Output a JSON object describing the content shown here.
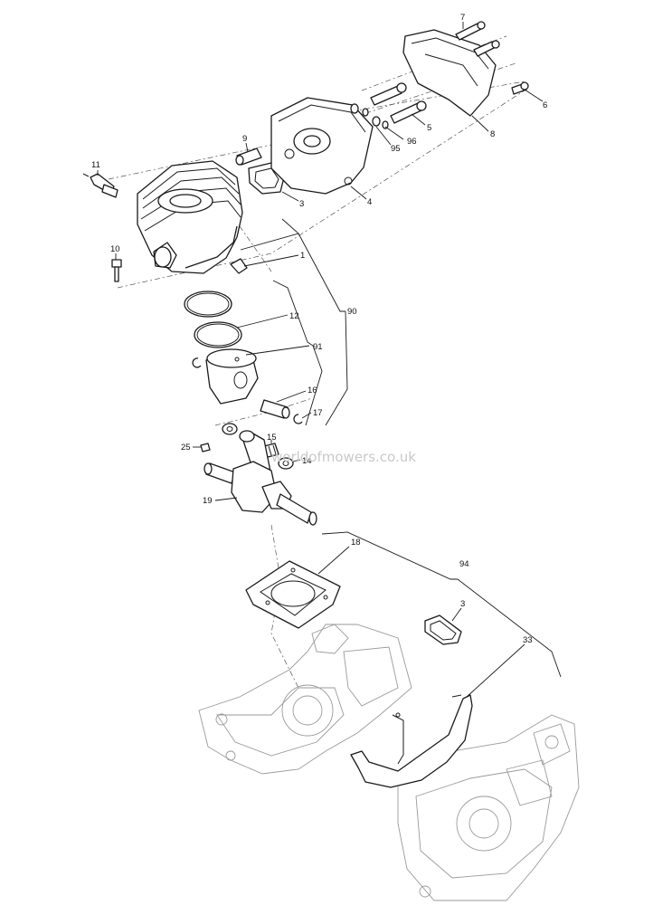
{
  "watermark": "worldofmowers.co.uk",
  "callouts": [
    {
      "id": "c7",
      "label": "7"
    },
    {
      "id": "c6",
      "label": "6"
    },
    {
      "id": "c8",
      "label": "8"
    },
    {
      "id": "c5",
      "label": "5"
    },
    {
      "id": "c96",
      "label": "96"
    },
    {
      "id": "c95",
      "label": "95"
    },
    {
      "id": "c9",
      "label": "9"
    },
    {
      "id": "c11",
      "label": "11"
    },
    {
      "id": "c3a",
      "label": "3"
    },
    {
      "id": "c4",
      "label": "4"
    },
    {
      "id": "c10",
      "label": "10"
    },
    {
      "id": "c1",
      "label": "1"
    },
    {
      "id": "c90",
      "label": "90"
    },
    {
      "id": "c12",
      "label": "12"
    },
    {
      "id": "c91",
      "label": "91"
    },
    {
      "id": "c16",
      "label": "16"
    },
    {
      "id": "c17",
      "label": "17"
    },
    {
      "id": "c15",
      "label": "15"
    },
    {
      "id": "c25",
      "label": "25"
    },
    {
      "id": "c14",
      "label": "14"
    },
    {
      "id": "c19",
      "label": "19"
    },
    {
      "id": "c18",
      "label": "18"
    },
    {
      "id": "c94",
      "label": "94"
    },
    {
      "id": "c3b",
      "label": "3"
    },
    {
      "id": "c33",
      "label": "33"
    }
  ]
}
